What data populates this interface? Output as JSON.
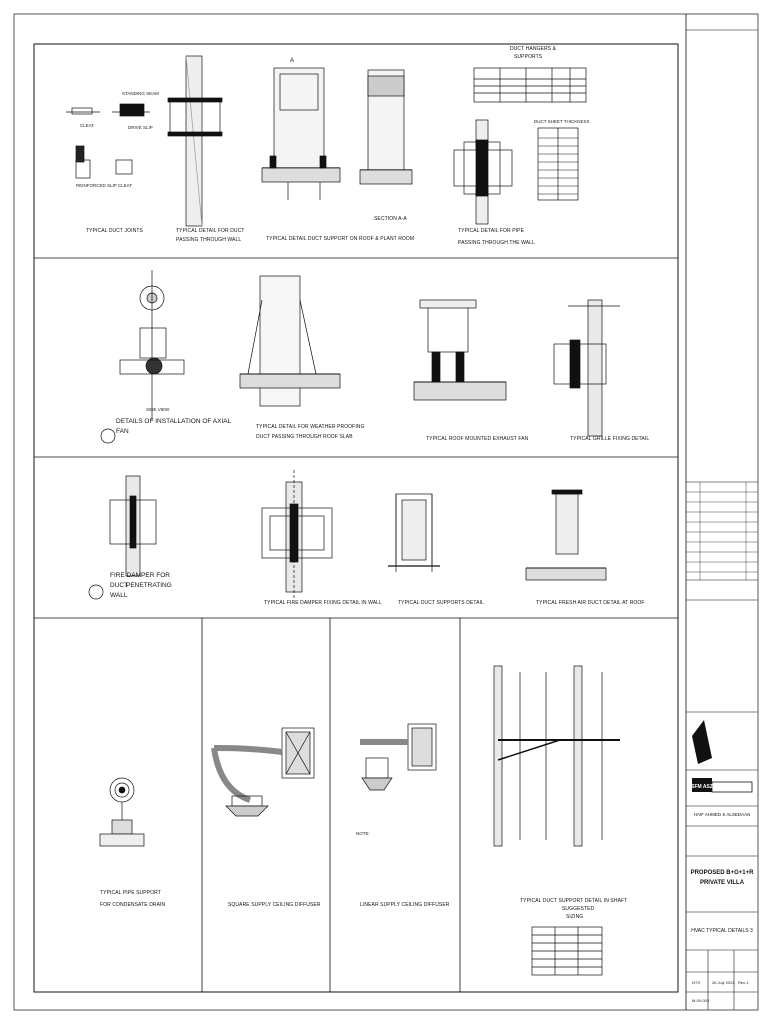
{
  "drawing": {
    "row1": {
      "c1": "TYPICAL DUCT JOINTS",
      "c2a": "TYPICAL DETAIL FOR DUCT",
      "c2b": "PASSING THROUGH WALL",
      "c3": "TYPICAL DETAIL DUCT SUPPORT ON ROOF & PLANT ROOM",
      "c4": "SECTION A-A",
      "c5a": "TYPICAL DETAIL FOR PIPE",
      "c5b": "PASSING THROUGH THE WALL",
      "hanger_title_1": "DUCT HANGERS &",
      "hanger_title_2": "SUPPORTS",
      "thickness_title": "DUCT SHEET THICKNESS",
      "joint_labels": [
        "CLEAT",
        "STANDING SEAM",
        "DRIVE SLIP",
        "REINFORCED SLIP CLEAT"
      ]
    },
    "row2": {
      "c1a": "DETAILS OF INSTALLATION OF AXIAL",
      "c1b": "FAN",
      "c1side": "SIDE VIEW",
      "c2a": "TYPICAL DETAIL FOR WEATHER PROOFING",
      "c2b": "DUCT PASSING THROUGH ROOF SLAB",
      "c3": "TYPICAL ROOF MOUNTED EXHAUST FAN",
      "c4": "TYPICAL GRILLE FIXING DETAIL"
    },
    "row3": {
      "c1a": "FIRE DAMPER FOR",
      "c1b": "DUCT",
      "c1c": "PENETRATING",
      "c1d": "WALL",
      "c2": "TYPICAL FIRE DAMPER FIXING DETAIL IN WALL",
      "c3": "TYPICAL DUCT SUPPORTS  DETAIL",
      "c4": "TYPICAL FRESH AIR DUCT DETAIL AT ROOF"
    },
    "row4": {
      "c1a": "TYPICAL PIPE SUPPORT",
      "c1b": "FOR CONDENSATE DRAIN",
      "c2": "SQUARE SUPPLY CEILING DIFFUSER",
      "c3": "LINEAR SUPPLY CEILING DIFFUSER",
      "c4a": "TYPICAL DUCT SUPPORT DETAIL IN SHAFT",
      "c4b": "SUGGESTED",
      "c4c": "SIZING",
      "note": "NOTE:"
    }
  },
  "title_block": {
    "company": "SFM ASZ",
    "client": "HAIF AHMED S ALSEDAAN",
    "project_1": "PROPOSED B+G+1+R",
    "project_2": "PRIVATE VILLA",
    "sheet_title": "HVAC TYPICAL DETAILS 3",
    "scale": "NTS",
    "date": "26 July 2022",
    "rev": "Rev-1",
    "sheet_no": "M-00-003"
  }
}
